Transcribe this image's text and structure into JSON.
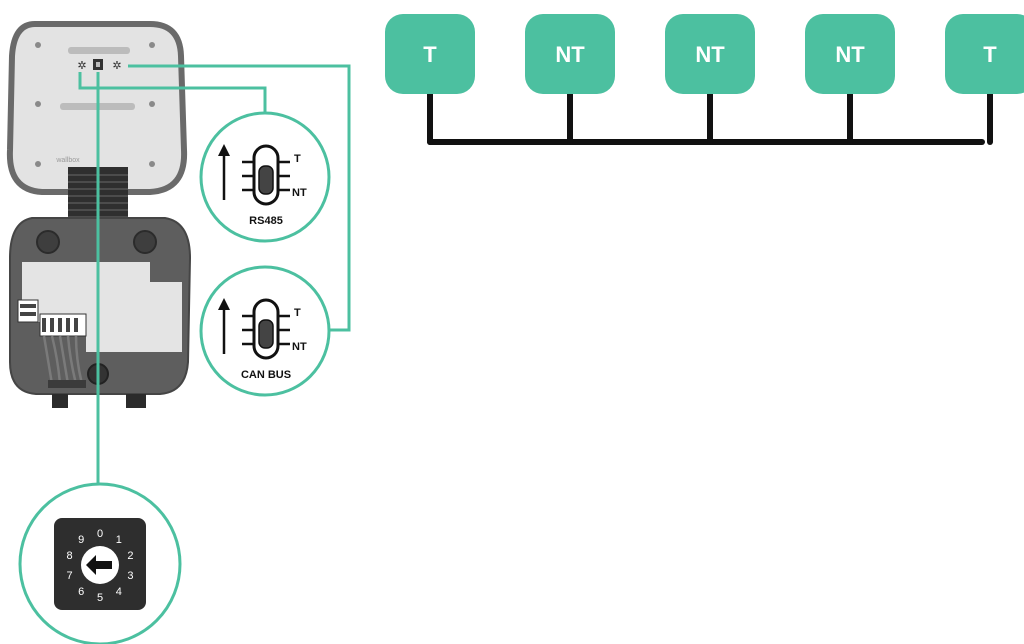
{
  "colors": {
    "accent": "#4cc0a0",
    "line": "#111111",
    "device_shell": "#666666",
    "device_light": "#dcdcdc",
    "device_dark": "#2b2b2b"
  },
  "device": {
    "brand": "wallbox"
  },
  "switches": {
    "rs485": {
      "label": "RS485",
      "top_label": "T",
      "bottom_label": "NT"
    },
    "canbus": {
      "label": "CAN BUS",
      "top_label": "T",
      "bottom_label": "NT"
    }
  },
  "rotary": {
    "digits": [
      "0",
      "1",
      "2",
      "3",
      "4",
      "5",
      "6",
      "7",
      "8",
      "9"
    ]
  },
  "bus": {
    "nodes": [
      {
        "label": "T"
      },
      {
        "label": "NT"
      },
      {
        "label": "NT"
      },
      {
        "label": "NT"
      },
      {
        "label": "T"
      }
    ]
  }
}
